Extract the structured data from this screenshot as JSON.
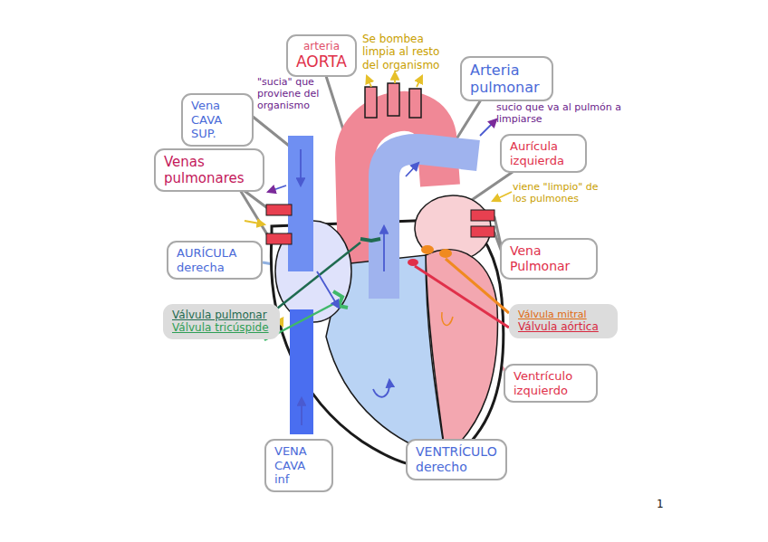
{
  "diagram": {
    "nodes": [
      {
        "text": [
          "arteria",
          "AORTA"
        ]
      },
      {
        "text": [
          "Arteria pulmonar"
        ]
      },
      {
        "text": [
          "Vena CAVA SUP."
        ]
      },
      {
        "text": [
          "Venas pulmonares"
        ]
      },
      {
        "text": [
          "Aurícula izquierda"
        ]
      },
      {
        "text": [
          "AURÍCULA derecha"
        ]
      },
      {
        "text": [
          "Vena Pulmonar"
        ]
      },
      {
        "text": [
          "Válvula pulmonar",
          "Válvula tricúspide"
        ]
      },
      {
        "text": [
          "Válvula mitral",
          "Válvula aórtica"
        ]
      },
      {
        "text": [
          "Ventrículo izquierdo"
        ]
      },
      {
        "text": [
          "VENA CAVA inf"
        ]
      },
      {
        "text": [
          "VENTRÍCULO derecho"
        ]
      }
    ],
    "labels": [
      "Se bombea limpia al resto del organismo",
      "\"sucia\" que proviene del organismo",
      "sucio que va al pulmón a limpiarse",
      "viene \"limpio\" de los pulmones",
      "1"
    ]
  }
}
